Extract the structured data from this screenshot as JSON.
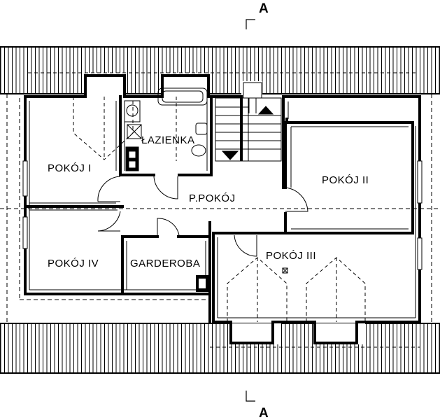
{
  "plan": {
    "section_marker_top": "A",
    "section_marker_bottom": "A",
    "rooms": {
      "pokoj_1": "POKÓJ  I",
      "lazienka": "ŁAZIENKA",
      "pokoj_2": "POKÓJ  II",
      "p_pokoj": "P.POKÓJ",
      "pokoj_3": "POKÓJ  III",
      "pokoj_4": "POKÓJ  IV",
      "garderoba": "GARDEROBA"
    }
  }
}
